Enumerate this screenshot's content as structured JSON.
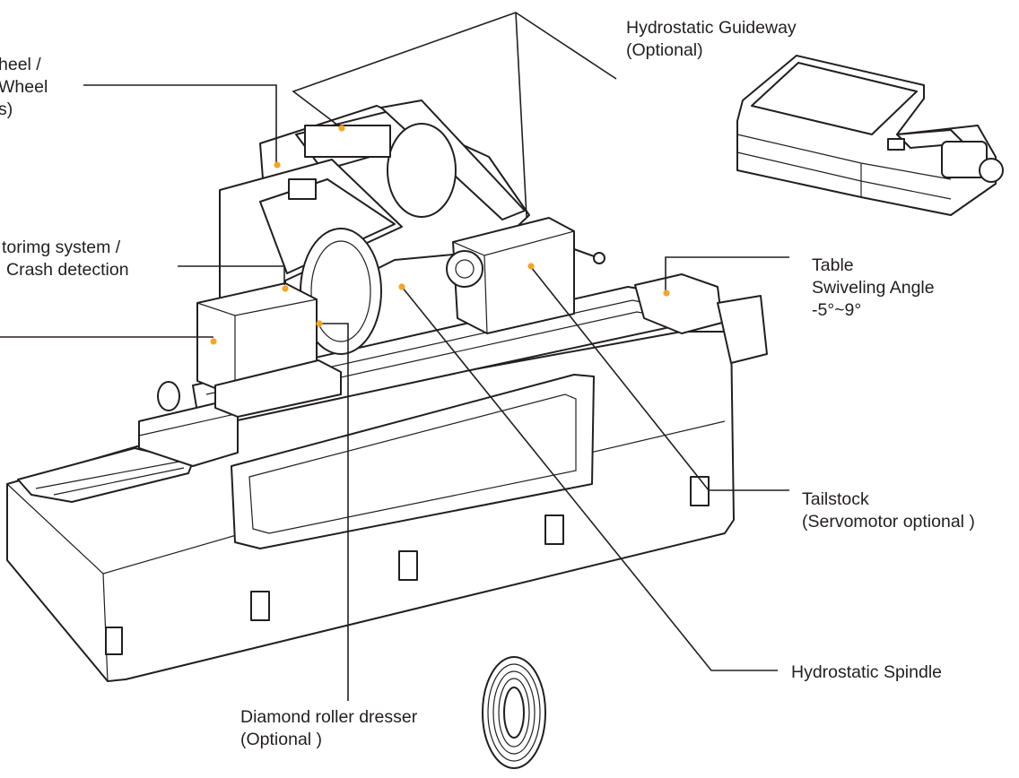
{
  "colors": {
    "ink": "#231f20",
    "marker": "#f5a623",
    "background": "#ffffff"
  },
  "labels": {
    "wheel": [
      "heel /",
      "Wheel",
      "s)"
    ],
    "guideway": [
      "Hydrostatic Guideway",
      "(Optional)"
    ],
    "monitoring": [
      "torimg system /",
      "Crash detection"
    ],
    "table": [
      "Table",
      "Swiveling Angle",
      "-5°~9°"
    ],
    "tailstock": [
      "Tailstock",
      "(Servomotor optional )"
    ],
    "spindle": [
      "Hydrostatic Spindle"
    ],
    "dresser": [
      "Diamond roller dresser",
      "(Optional )"
    ]
  }
}
